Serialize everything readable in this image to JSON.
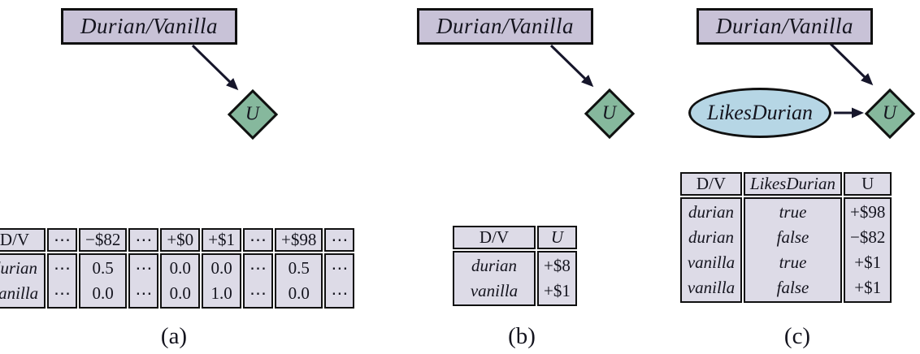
{
  "colors": {
    "decision_node_fill": "#c8c2d7",
    "utility_node_fill": "#86b89d",
    "chance_node_fill": "#b6d6e5",
    "table_cell_fill": "#dddbe7",
    "border": "#101010",
    "arrow": "#16162b",
    "background": "#ffffff"
  },
  "figures": [
    {
      "caption": "(a)",
      "decision_node": "Durian/Vanilla",
      "utility_node": "U",
      "table": {
        "headers": [
          "D/V",
          "⋯",
          "−$82",
          "⋯",
          "+$0",
          "+$1",
          "⋯",
          "+$98",
          "⋯"
        ],
        "header_italic": [],
        "body_italic_cols": [
          0
        ],
        "rows": [
          [
            "durian",
            "⋯",
            "0.5",
            "⋯",
            "0.0",
            "0.0",
            "⋯",
            "0.5",
            "⋯"
          ],
          [
            "vanilla",
            "⋯",
            "0.0",
            "⋯",
            "0.0",
            "1.0",
            "⋯",
            "0.0",
            "⋯"
          ]
        ]
      }
    },
    {
      "caption": "(b)",
      "decision_node": "Durian/Vanilla",
      "utility_node": "U",
      "table": {
        "headers": [
          "D/V",
          "U"
        ],
        "header_italic": [
          1
        ],
        "body_italic_cols": [
          0
        ],
        "rows": [
          [
            "durian",
            "+$8"
          ],
          [
            "vanilla",
            "+$1"
          ]
        ]
      }
    },
    {
      "caption": "(c)",
      "decision_node": "Durian/Vanilla",
      "chance_node": "LikesDurian",
      "utility_node": "U",
      "table": {
        "headers": [
          "D/V",
          "LikesDurian",
          "U"
        ],
        "header_italic": [
          1
        ],
        "body_italic_cols": [
          0,
          1
        ],
        "rows": [
          [
            "durian",
            "true",
            "+$98"
          ],
          [
            "durian",
            "false",
            "−$82"
          ],
          [
            "vanilla",
            "true",
            "+$1"
          ],
          [
            "vanilla",
            "false",
            "+$1"
          ]
        ]
      }
    }
  ]
}
